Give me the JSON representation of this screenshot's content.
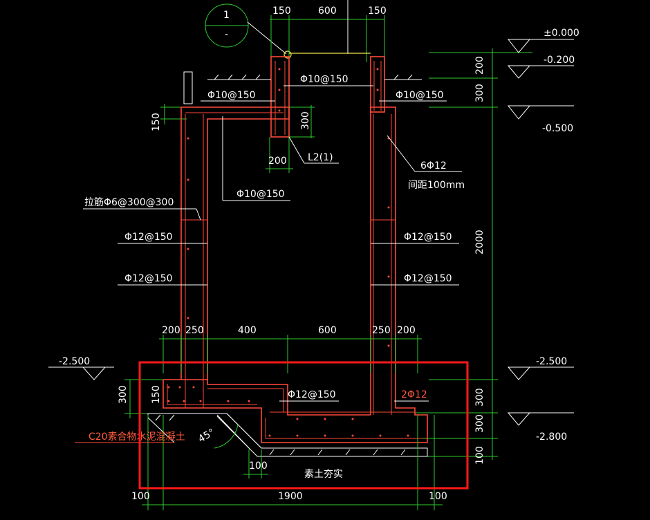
{
  "detail_marker": {
    "number": "1",
    "sheet": "-"
  },
  "top_dims": {
    "left_wall": "150",
    "opening": "600",
    "right_wall": "150"
  },
  "elevations": {
    "e0": "±0.000",
    "e1": "-0.200",
    "e2": "-0.500",
    "e3_right": "-2.500",
    "e3_left": "-2.500",
    "e4": "-2.800"
  },
  "right_dims": {
    "d1": "200",
    "d2": "300",
    "d3": "2000",
    "d4": "300",
    "d5": "300",
    "d6": "100"
  },
  "left_dims": {
    "slab_thk": "150",
    "base_thk": "300",
    "base_edge": "150"
  },
  "rebar_labels": {
    "top_mid": "Φ10@150",
    "top_left": "Φ10@150",
    "top_right": "Φ10@150",
    "inner": "Φ10@150",
    "tie": "拉筋Φ6@300@300",
    "left_wall_1": "Φ12@150",
    "left_wall_2": "Φ12@150",
    "right_wall_1": "Φ12@150",
    "right_wall_2": "Φ12@150",
    "base": "Φ12@150",
    "base_right": "2Φ12",
    "beam_bars": "6Φ12",
    "beam_spacing": "间距100mm"
  },
  "beam": {
    "label": "L2(1)",
    "height": "300",
    "width": "200"
  },
  "mid_dims": {
    "a": "200",
    "b": "250",
    "c": "400",
    "d": "600",
    "e": "250",
    "f": "200"
  },
  "bottom_dims": {
    "left": "100",
    "total": "1900",
    "right": "100",
    "step": "100"
  },
  "angle": "45°",
  "material_note": "C20素合物水泥混凝土",
  "soil_note": "素土夯实",
  "colors": {
    "dim": "#2ecc2e",
    "concrete": "#ff4a3a",
    "text": "#ffffff",
    "highlight": "#ff1a1a",
    "marker": "#f0e64a"
  }
}
